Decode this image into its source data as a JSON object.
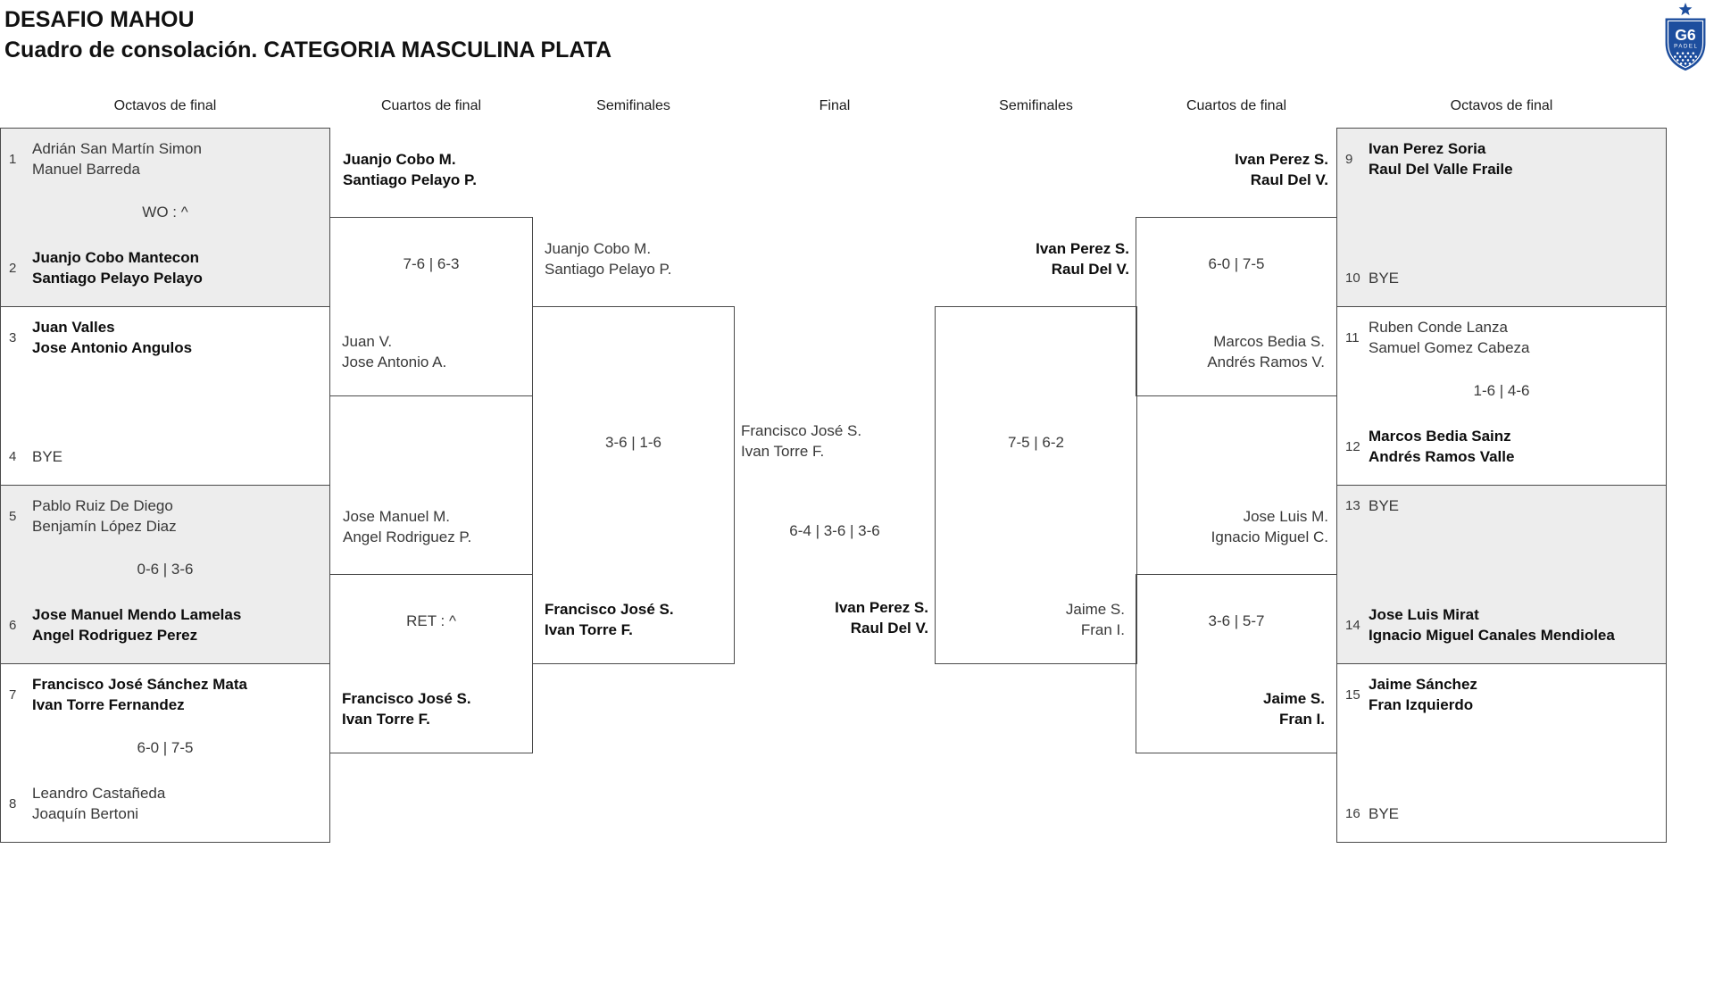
{
  "title": {
    "line1": "DESAFIO MAHOU",
    "line2": "Cuadro de consolación. CATEGORIA MASCULINA PLATA"
  },
  "logo": {
    "main": "G6",
    "sub": "PADEL",
    "color": "#1d4e9e"
  },
  "colors": {
    "logo_blue": "#1d4e9e",
    "box_gray": "#ededed",
    "box_border": "#4a4a4a"
  },
  "rounds": [
    "Octavos de final",
    "Cuartos de final",
    "Semifinales",
    "Final",
    "Semifinales",
    "Cuartos de final",
    "Octavos de final"
  ],
  "octavos_left": [
    {
      "seed_a": "1",
      "a1": "Adrián San Martín Simon",
      "a2": "Manuel Barreda",
      "score": "WO : ^",
      "seed_b": "2",
      "b1": "Juanjo Cobo Mantecon",
      "b2": "Santiago Pelayo Pelayo"
    },
    {
      "seed_a": "3",
      "a1": "Juan Valles",
      "a2": "Jose Antonio Angulos",
      "seed_b": "4",
      "b1": "BYE"
    },
    {
      "seed_a": "5",
      "a1": "Pablo Ruiz De Diego",
      "a2": "Benjamín López Diaz",
      "score": "0-6 | 3-6",
      "seed_b": "6",
      "b1": "Jose Manuel Mendo Lamelas",
      "b2": "Angel Rodriguez Perez"
    },
    {
      "seed_a": "7",
      "a1": "Francisco José Sánchez Mata",
      "a2": "Ivan Torre Fernandez",
      "score": "6-0 | 7-5",
      "seed_b": "8",
      "b1": "Leandro Castañeda",
      "b2": "Joaquín Bertoni"
    }
  ],
  "cuartos_left": [
    {
      "top1": "Juanjo Cobo M.",
      "top2": "Santiago Pelayo P.",
      "score": "7-6 | 6-3",
      "bot1": "Juan V.",
      "bot2": "Jose Antonio A."
    },
    {
      "top1": "Jose Manuel M.",
      "top2": "Angel Rodriguez P.",
      "score": "RET : ^",
      "bot1": "Francisco José S.",
      "bot2": "Ivan Torre F."
    }
  ],
  "semi_left": {
    "top1": "Juanjo Cobo M.",
    "top2": "Santiago Pelayo P.",
    "score": "3-6 | 1-6",
    "bot1": "Francisco José S.",
    "bot2": "Ivan Torre F."
  },
  "final": {
    "left1": "Francisco José S.",
    "left2": "Ivan Torre F.",
    "score": "6-4 | 3-6 | 3-6",
    "winner1": "Ivan Perez S.",
    "winner2": "Raul Del V."
  },
  "semi_right": {
    "top1": "Ivan Perez S.",
    "top2": "Raul Del V.",
    "score": "7-5 | 6-2",
    "bot1": "Jaime S.",
    "bot2": "Fran I."
  },
  "cuartos_right": [
    {
      "top1": "Ivan Perez S.",
      "top2": "Raul Del V.",
      "score": "6-0 | 7-5",
      "bot1": "Marcos Bedia S.",
      "bot2": "Andrés Ramos V."
    },
    {
      "top1": "Jose Luis M.",
      "top2": "Ignacio Miguel C.",
      "score": "3-6 | 5-7",
      "bot1": "Jaime S.",
      "bot2": "Fran I."
    }
  ],
  "octavos_right": [
    {
      "seed_a": "9",
      "a1": "Ivan Perez Soria",
      "a2": "Raul Del Valle Fraile",
      "seed_b": "10",
      "b1": "BYE"
    },
    {
      "seed_a": "11",
      "a1": "Ruben Conde Lanza",
      "a2": "Samuel Gomez Cabeza",
      "score": "1-6 | 4-6",
      "seed_b": "12",
      "b1": "Marcos Bedia Sainz",
      "b2": "Andrés Ramos Valle"
    },
    {
      "seed_a": "13",
      "a1": "BYE",
      "seed_b": "14",
      "b1": "Jose Luis Mirat",
      "b2": "Ignacio Miguel Canales Mendiolea"
    },
    {
      "seed_a": "15",
      "a1": "Jaime Sánchez",
      "a2": "Fran Izquierdo",
      "seed_b": "16",
      "b1": "BYE"
    }
  ]
}
